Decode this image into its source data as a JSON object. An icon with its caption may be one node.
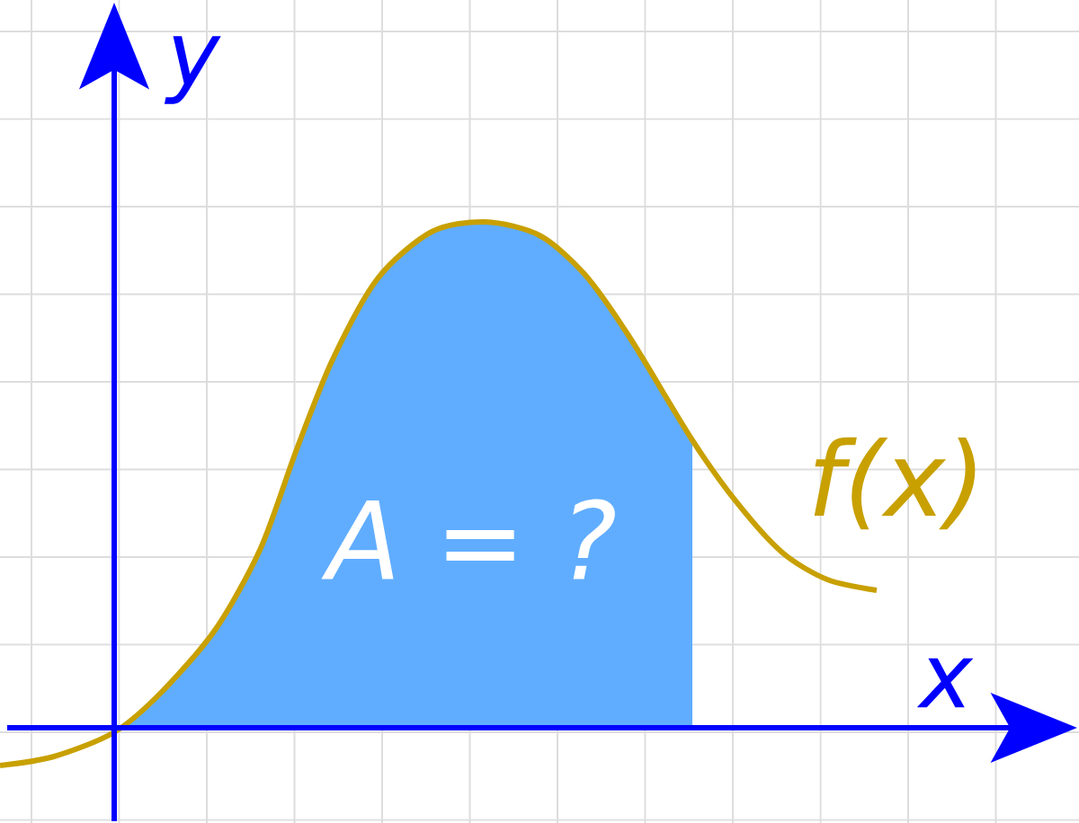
{
  "diagram": {
    "labels": [
      "y",
      "f(x)",
      "A = ?",
      "x"
    ]
  }
}
